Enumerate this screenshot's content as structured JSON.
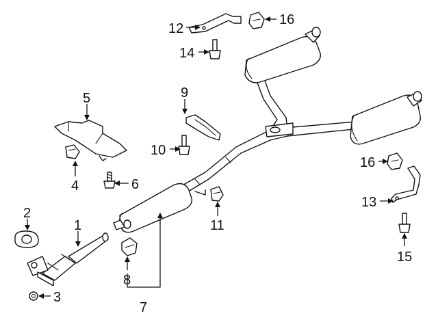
{
  "diagram": {
    "labels": {
      "p1": "1",
      "p2": "2",
      "p3": "3",
      "p4": "4",
      "p5": "5",
      "p6": "6",
      "p7": "7",
      "p8": "8",
      "p9": "9",
      "p10": "10",
      "p11": "11",
      "p12": "12",
      "p13": "13",
      "p14": "14",
      "p15": "15",
      "p16a": "16",
      "p16b": "16"
    },
    "colors": {
      "line": "#111111",
      "background": "#ffffff"
    }
  }
}
